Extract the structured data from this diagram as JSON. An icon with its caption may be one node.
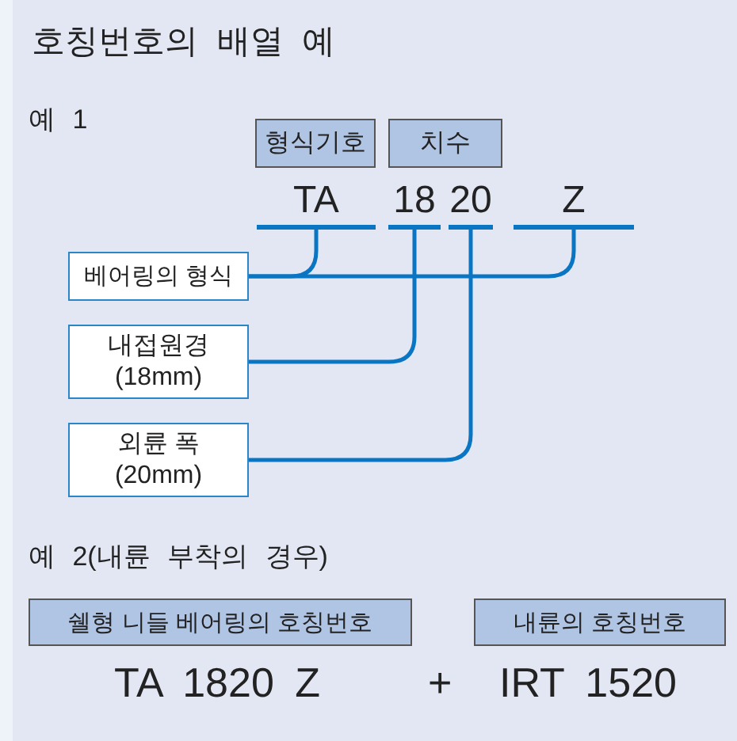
{
  "diagram": {
    "title": "호칭번호의 배열 예",
    "nodes": [
      {
        "text": [
          "형식기호"
        ]
      },
      {
        "text": [
          "치수"
        ]
      },
      {
        "text": [
          "TA"
        ]
      },
      {
        "text": [
          "18"
        ]
      },
      {
        "text": [
          "20"
        ]
      },
      {
        "text": [
          "Z"
        ]
      },
      {
        "text": [
          "베어링의 형식"
        ]
      },
      {
        "text": [
          "내접원경 (18mm)"
        ]
      },
      {
        "text": [
          "외륜 폭 (20mm)"
        ]
      },
      {
        "text": [
          "쉘형 니들 베어링의 호칭번호"
        ]
      },
      {
        "text": [
          "내륜의 호칭번호"
        ]
      }
    ],
    "edges": [
      {
        "from": 6,
        "to": 2,
        "arrow": "none"
      },
      {
        "from": 6,
        "to": 5,
        "arrow": "none"
      },
      {
        "from": 7,
        "to": 3,
        "arrow": "none"
      },
      {
        "from": 8,
        "to": 4,
        "arrow": "none"
      }
    ],
    "labels": [
      "예 1",
      "예 2(내륜 부착의 경우)",
      "TA 1820 Z",
      "+",
      "IRT 1520"
    ]
  }
}
